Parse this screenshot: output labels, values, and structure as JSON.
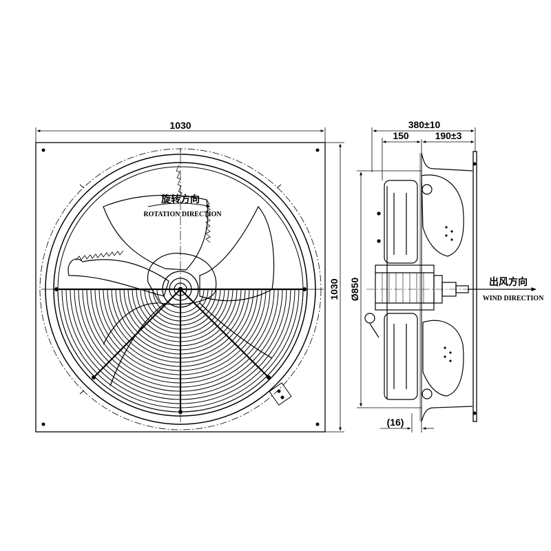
{
  "front_view": {
    "width_label": "1030",
    "height_label": "1030",
    "rotation_label_cn": "旋转方向",
    "rotation_label_en": "ROTATION DIRECTION"
  },
  "side_view": {
    "depth_label": "380±10",
    "inner_left_label": "150",
    "inner_right_label": "190±3",
    "diameter_label": "Ø850",
    "offset_label": "(16)",
    "wind_label_cn": "出风方向",
    "wind_label_en": "WIND DIRECTION"
  }
}
